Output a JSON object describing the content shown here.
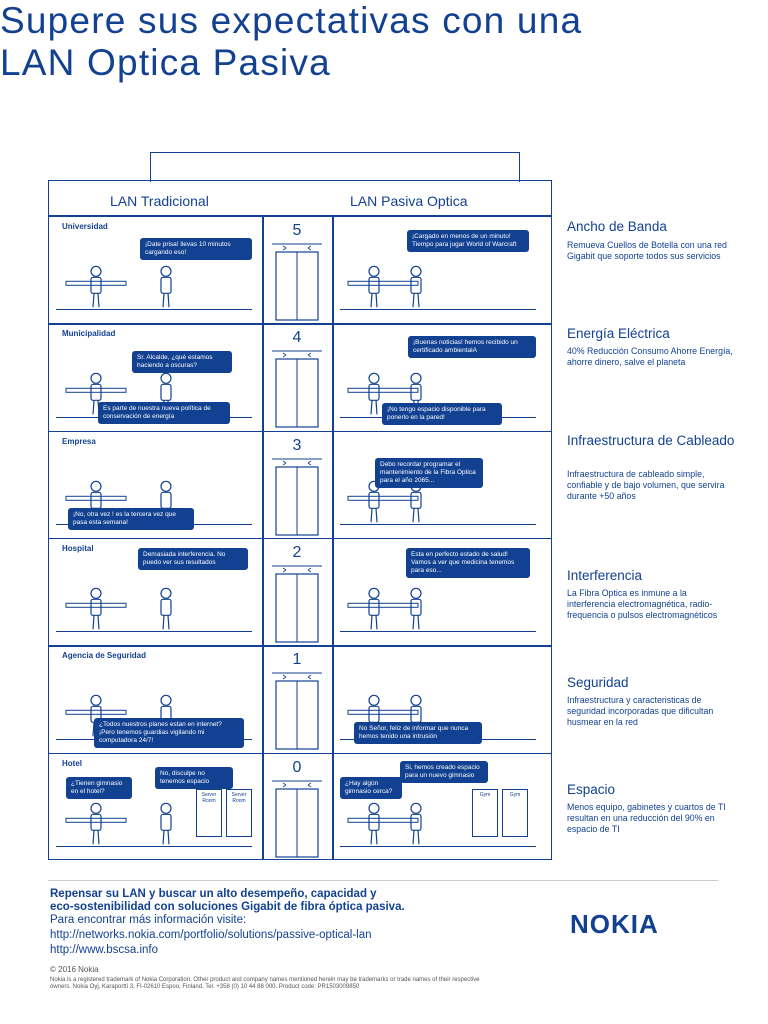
{
  "title": "Supere sus expectativas con una LAN Optica Pasiva",
  "header": {
    "left": "LAN Tradicional",
    "right": "LAN Pasiva Optica"
  },
  "floors": [
    {
      "name": "Universidad",
      "number": "5",
      "bubbles": [
        "¡Date prisa! llevas 10 minutos cargando eso!",
        "¡Cargado en menos de un minuto! Tiempo para jugar World of Warcraft"
      ]
    },
    {
      "name": "Municipalidad",
      "number": "4",
      "bubbles": [
        "Sr. Alcalde, ¿qué estamos haciendo a oscuras?",
        "Es parte de nuestra nueva política de conservación de energía",
        "¡Buenas noticias! hemos recibido un certificado ambientalA",
        "¡No tengo espacio disponible para ponerlo en la pared!"
      ]
    },
    {
      "name": "Empresa",
      "number": "3",
      "bubbles": [
        "¡No, otra vez ! es la tercera vez que pasa esta semana!",
        "Debo recordar programar el mantenimiento de la Fibra Optica para el año 2065..."
      ]
    },
    {
      "name": "Hospital",
      "number": "2",
      "bubbles": [
        "Demasiada interferencia. No puedo ver sus resultados",
        "Esta en perfecto estado de salud! Vamos a ver que medicina tenemos para eso..."
      ]
    },
    {
      "name": "Agencia de Seguridad",
      "number": "1",
      "bubbles": [
        "¿Todos nuestros planes estan en internet? ¡Pero tenemos guardias vigilando mi computadora 24/7!",
        "No Señor, feliz de informar que nunca hemos tenido una intrusión"
      ]
    },
    {
      "name": "Hotel",
      "number": "0",
      "bubbles": [
        "¿Tienen gimnasio en el hotel?",
        "No, disculpe no tenemos espacio",
        "¿Hay algún gimnasio cerca?",
        "Si, hemos creado espacio para un nuevo gimnasio"
      ],
      "rooms": [
        "Server Room",
        "Server Room",
        "Gym",
        "Gym"
      ]
    }
  ],
  "sidebar": [
    {
      "title": "Ancho de Banda",
      "text": "Remueva Cuellos de Botella con una red Gigabit que soporte todos sus servicios"
    },
    {
      "title": "Energía Eléctrica",
      "text": "40% Reducción Consumo Ahorre Energía, ahorre dinero, salve el planeta"
    },
    {
      "title": "Infraestructura de Cableado",
      "text": "Infraestructura de cableado simple, confiable y de bajo volumen, que servira durante +50 años"
    },
    {
      "title": "Interferencia",
      "text": "La Fibra Optica es inmune a la interferencia electromagnética, radio-frequencia o pulsos electromagnéticos"
    },
    {
      "title": "Seguridad",
      "text": "Infraestructura y caracteristicas de seguridad incorporadas que dificultan husmear en la red"
    },
    {
      "title": "Espacio",
      "text": "Menos equipo, gabinetes y cuartos de TI resultan en una reducción del 90% en espacio de TI"
    }
  ],
  "footer": {
    "line1": "Repensar su LAN y buscar un alto desempeño, capacidad y",
    "line2": "eco-sostenibilidad con soluciones Gigabit de fibra óptica pasiva.",
    "line3": "Para encontrar más información visite:",
    "url1": "http://networks.nokia.com/portfolio/solutions/passive-optical-lan",
    "url2": "http://www.bscsa.info",
    "copyright": "© 2016 Nokia",
    "legal": "Nokia is a registered trademark of Nokia Corporation. Other product and company names mentioned herein may be trademarks or trade names of their respective owners. Nokia Oyj, Karaportti 3, FI-02610 Espoo, Finland, Tel. +358 (0) 10 44 88 000. Product code: PR1503009850"
  },
  "logo": "NOKIA",
  "colors": {
    "primary": "#124191",
    "accent": "#e8213f"
  }
}
